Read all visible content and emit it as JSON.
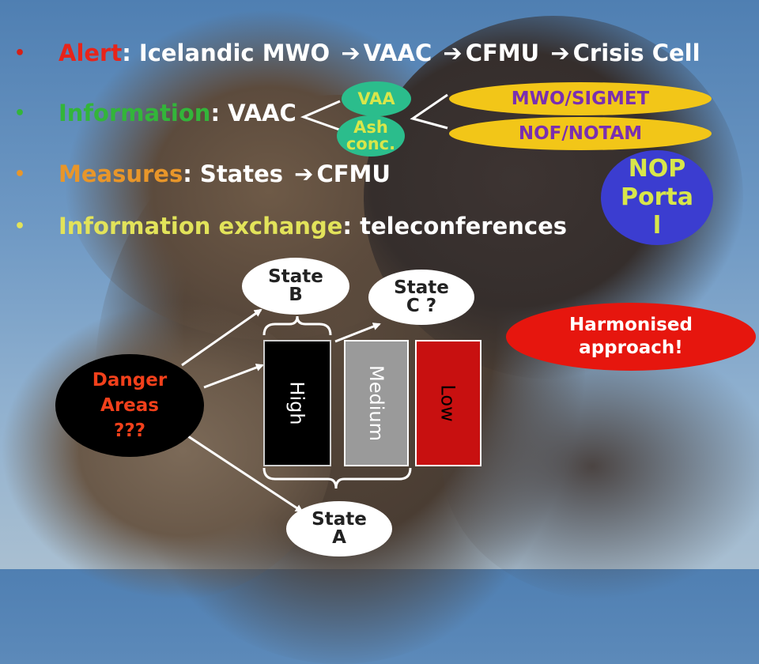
{
  "bullets": {
    "alert": {
      "key": "Alert",
      "key_color": "#e8241a",
      "rest": ": Icelandic MWO",
      "step2": "VAAC",
      "step3": "CFMU",
      "step4": "Crisis Cell"
    },
    "information": {
      "key": "Information",
      "key_color": "#33b53a",
      "rest": ": VAAC"
    },
    "measures": {
      "key": "Measures",
      "key_color": "#e8962a",
      "rest": ": States",
      "step2": "CFMU"
    },
    "exchange": {
      "key": "Information exchange",
      "key_color": "#e2e35a",
      "rest": ": teleconferences"
    },
    "bullet_glyph": "•",
    "arrow_glyph": "➔"
  },
  "products": {
    "vaa": "VAA",
    "ash_line1": "Ash",
    "ash_line2": "conc.",
    "mwo": "MWO/SIGMET",
    "nof": "NOF/NOTAM"
  },
  "nop": {
    "line1": "NOP",
    "line2": "Porta",
    "line3": "l"
  },
  "harmonised": {
    "line1": "Harmonised",
    "line2": "approach!"
  },
  "danger": {
    "line1": "Danger",
    "line2": "Areas",
    "line3": "???"
  },
  "states": {
    "b_line1": "State",
    "b_line2": "B",
    "c_line1": "State",
    "c_line2": "C ?",
    "a_line1": "State",
    "a_line2": "A"
  },
  "levels": {
    "high": "High",
    "medium": "Medium",
    "low": "Low"
  },
  "colors": {
    "sky": "#4f7fb2",
    "vaa_fill": "#2bbd8c",
    "product_fill": "#f2c618",
    "product_text": "#7a2fb0",
    "nop_fill": "#3b3dd0",
    "harmonised_fill": "#e6160e",
    "high_fill": "#000000",
    "medium_fill": "#9a9a9a",
    "low_fill": "#c81010"
  }
}
